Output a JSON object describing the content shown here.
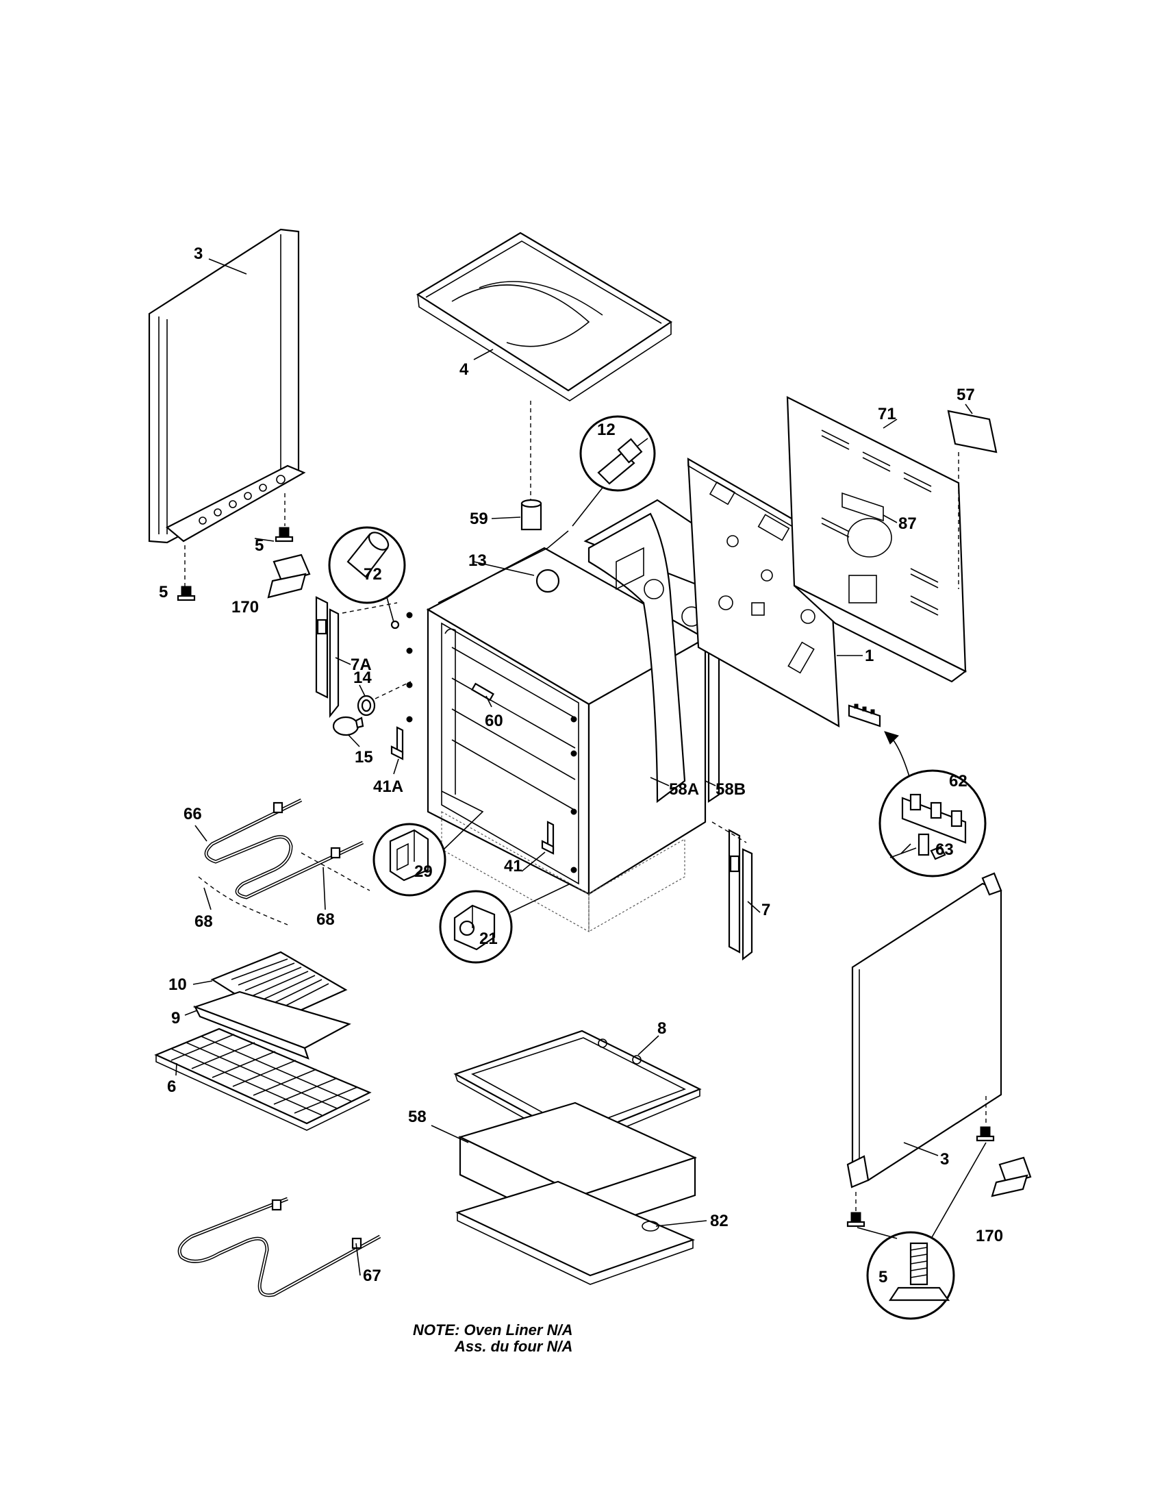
{
  "labels": {
    "side_left": "3",
    "top_panel": "4",
    "screw_5a": "5",
    "screw_5b": "5",
    "bracket_170_left": "170",
    "socket_72": "72",
    "hinge_7a": "7A",
    "receptacle_14": "14",
    "bulb_15": "15",
    "clip_41a": "41A",
    "plug_12": "12",
    "bushing_59": "59",
    "wire_13": "13",
    "rack_support_60": "60",
    "insulation_58a": "58A",
    "insulation_58b": "58B",
    "back_panel_1": "1",
    "rear_panel_71": "71",
    "label_57": "57",
    "plate_87": "87",
    "terminal_62": "62",
    "screw_63": "63",
    "element_66": "66",
    "element_68a": "68",
    "element_68b": "68",
    "clip_29": "29",
    "clip_41": "41",
    "bracket_21": "21",
    "hinge_7": "7",
    "broil_grid_10": "10",
    "broil_pan_9": "9",
    "rack_6": "6",
    "bottom_8": "8",
    "insulation_58": "58",
    "bottom_82": "82",
    "element_67": "67",
    "side_right": "3",
    "leveler_5": "5",
    "bracket_170_right": "170"
  },
  "note": {
    "line1": "NOTE: Oven Liner N/A",
    "line2": "Ass. du four N/A"
  }
}
